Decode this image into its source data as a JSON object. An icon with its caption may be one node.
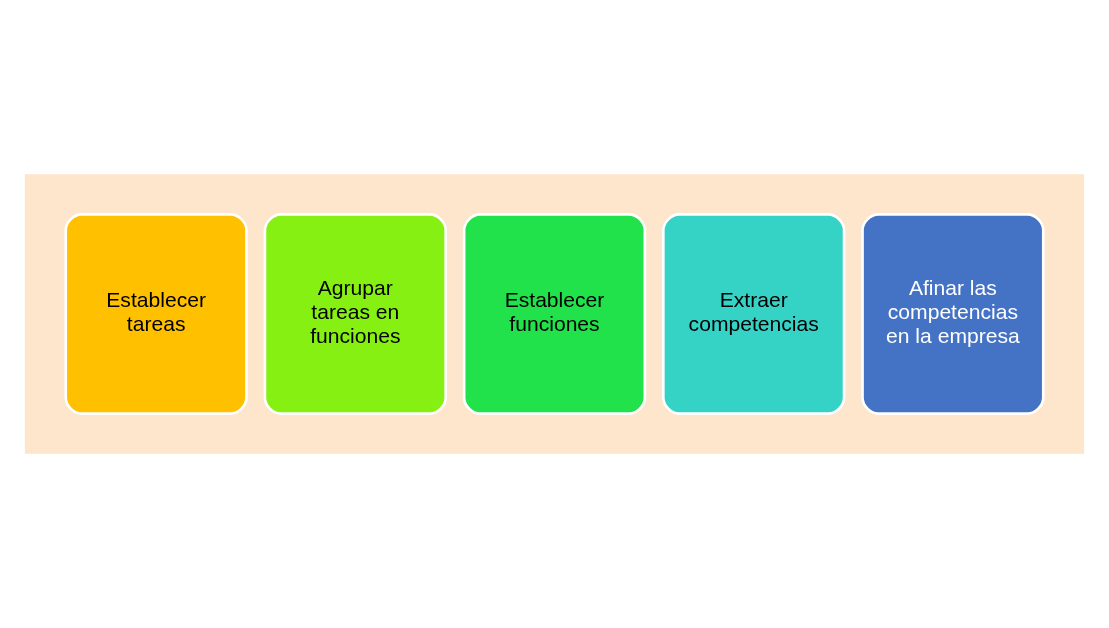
{
  "diagram": {
    "nodes": [
      {
        "text": [],
        "shape": "arrow"
      },
      {
        "text": [
          "Establecer tareas"
        ],
        "in": 0
      },
      {
        "text": [
          "Agrupar tareas en funciones"
        ],
        "in": 0
      },
      {
        "text": [
          "Establecer funciones"
        ],
        "in": 0
      },
      {
        "text": [
          "Extraer competencias"
        ],
        "in": 0
      },
      {
        "text": [
          "Afinar las competencias en la empresa"
        ],
        "in": 0
      }
    ]
  }
}
